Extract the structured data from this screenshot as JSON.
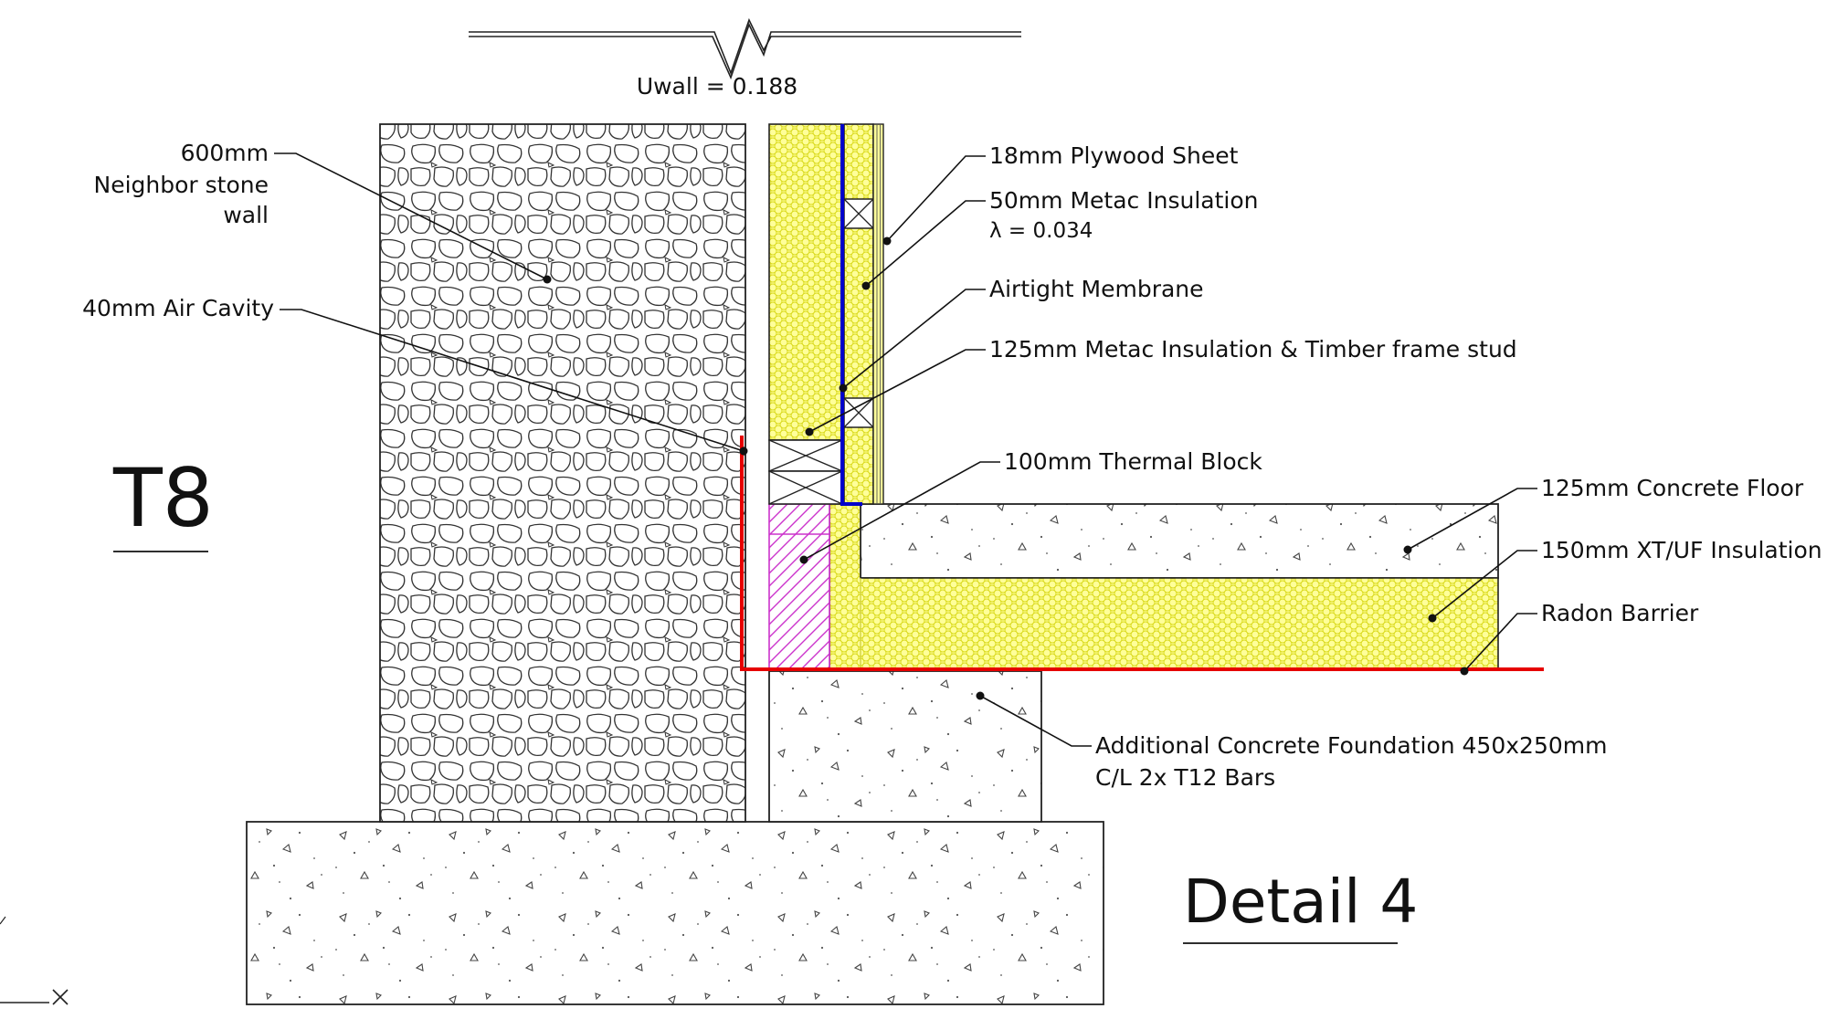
{
  "colors": {
    "insulation_fill": "#ffff99",
    "insulation_hatch": "#d8d818",
    "airtight_membrane": "#0000cc",
    "radon_barrier": "#e60000",
    "thermal_block": "#cc33cc",
    "line": "#111111"
  },
  "header": {
    "uwall": "Uwall = 0.188"
  },
  "tags": {
    "section_tag": "T8",
    "detail_tag": "Detail 4"
  },
  "labels": {
    "stone_wall_line1": "600mm",
    "stone_wall_line2": "Neighbor stone",
    "stone_wall_line3": "wall",
    "air_cavity": "40mm Air Cavity",
    "plywood": "18mm Plywood Sheet",
    "metac50_line1": "50mm Metac Insulation",
    "metac50_line2": "λ = 0.034",
    "airtight_membrane": "Airtight Membrane",
    "metac125": "125mm Metac Insulation & Timber frame stud",
    "thermal_block": "100mm Thermal Block",
    "concrete_floor": "125mm Concrete Floor",
    "xtuf_insulation": "150mm XT/UF Insulation",
    "radon_barrier": "Radon Barrier",
    "foundation_line1": "Additional Concrete Foundation 450x250mm",
    "foundation_line2": "C/L 2x T12 Bars"
  }
}
